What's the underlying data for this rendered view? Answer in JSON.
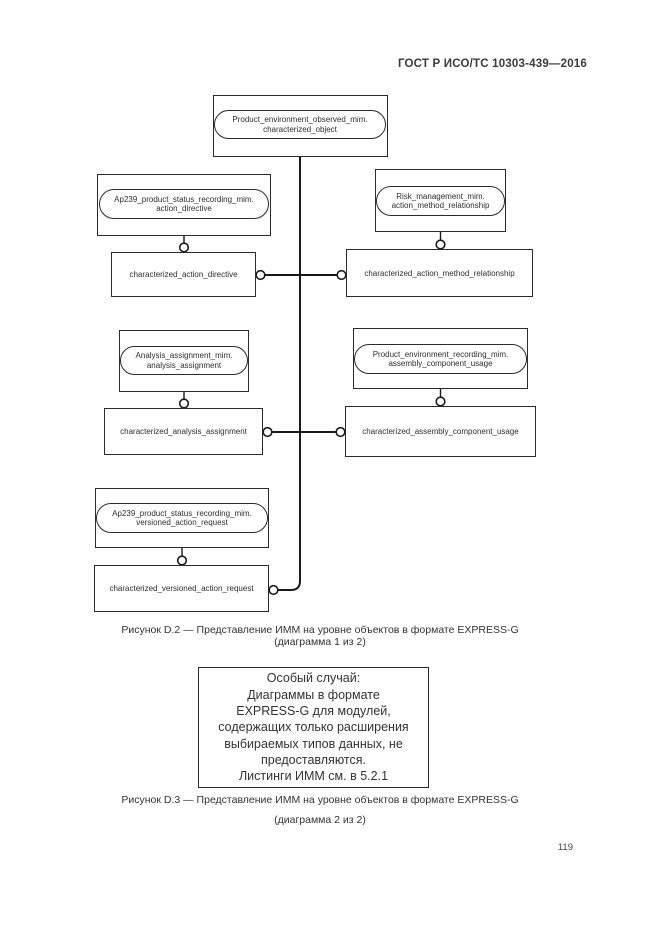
{
  "page": {
    "header": "ГОСТ Р ИСО/ТС 10303-439—2016",
    "page_number": "119"
  },
  "figure_d2": {
    "caption_line1": "Рисунок D.2 — Представление ИММ на уровне объектов в формате EXPRESS-G",
    "caption_line2": "(диаграмма 1 из 2)",
    "nodes": {
      "root": {
        "line1": "Product_environment_observed_mim.",
        "line2": "characterized_object"
      },
      "ap239_action": {
        "line1": "Ap239_product_status_recording_mim.",
        "line2": "action_directive"
      },
      "risk_mgmt": {
        "line1": "Risk_management_mim.",
        "line2": "action_method_relationship"
      },
      "char_action_directive": "characterized_action_directive",
      "char_action_method_relationship": "characterized_action_method_relationship",
      "analysis_assignment": {
        "line1": "Analysis_assignment_mim.",
        "line2": "analysis_assignment"
      },
      "product_env_recording": {
        "line1": "Product_environment_recording_mim.",
        "line2": "assembly_component_usage"
      },
      "char_analysis_assignment": "characterized_analysis_assignment",
      "char_assembly_component_usage": "characterized_assembly_component_usage",
      "ap239_versioned": {
        "line1": "Ap239_product_status_recording_mim.",
        "line2": "versioned_action_request"
      },
      "char_versioned_action_request": "characterized_versioned_action_request"
    }
  },
  "figure_d3": {
    "caption_line1": "Рисунок D.3 — Представление ИММ на уровне объектов в формате EXPRESS-G",
    "caption_line2": "(диаграмма 2 из 2)",
    "special_case_box": {
      "line1": "Особый случай:",
      "line2": "Диаграммы в формате",
      "line3": "EXPRESS-G для модулей,",
      "line4": "содержащих только расширения",
      "line5": "выбираемых типов данных, не",
      "line6": "предоставляются.",
      "line7": "Листинги ИММ см. в 5.2.1"
    }
  },
  "colors": {
    "line": "#1a1a1a",
    "border": "#2b2b2b",
    "text": "#2e2e2e"
  }
}
